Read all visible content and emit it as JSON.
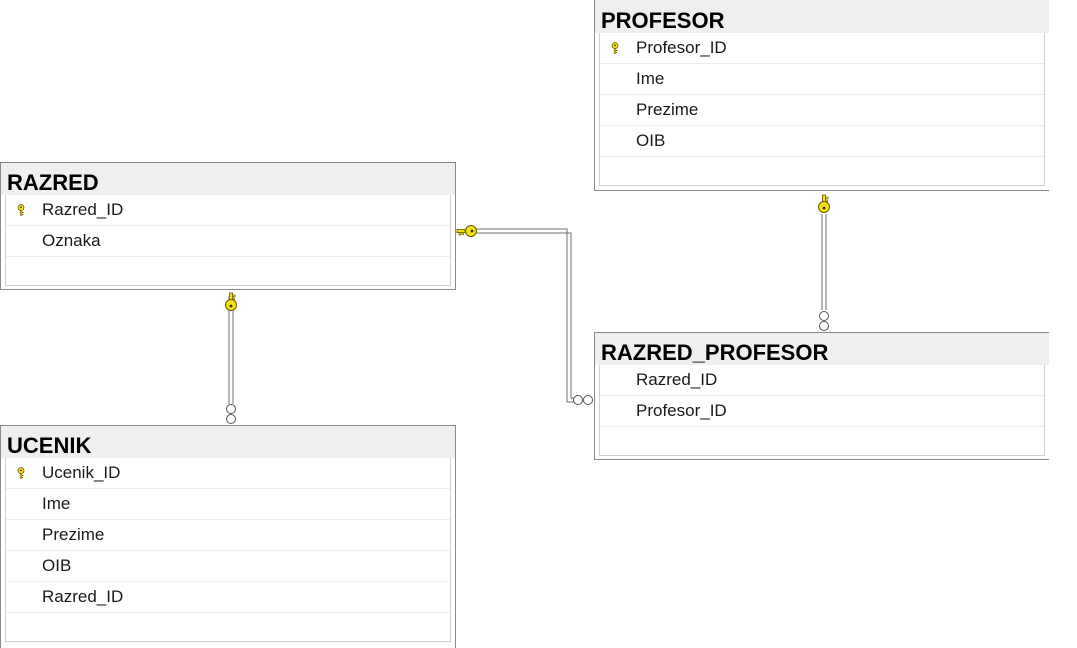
{
  "tables": {
    "razred": {
      "title": "RAZRED",
      "columns": [
        {
          "name": "Razred_ID",
          "pk": true
        },
        {
          "name": "Oznaka",
          "pk": false
        }
      ]
    },
    "ucenik": {
      "title": "UCENIK",
      "columns": [
        {
          "name": "Ucenik_ID",
          "pk": true
        },
        {
          "name": "Ime",
          "pk": false
        },
        {
          "name": "Prezime",
          "pk": false
        },
        {
          "name": "OIB",
          "pk": false
        },
        {
          "name": "Razred_ID",
          "pk": false
        }
      ]
    },
    "profesor": {
      "title": "PROFESOR",
      "columns": [
        {
          "name": "Profesor_ID",
          "pk": true
        },
        {
          "name": "Ime",
          "pk": false
        },
        {
          "name": "Prezime",
          "pk": false
        },
        {
          "name": "OIB",
          "pk": false
        }
      ]
    },
    "razred_profesor": {
      "title": "RAZRED_PROFESOR",
      "columns": [
        {
          "name": "Razred_ID",
          "pk": false
        },
        {
          "name": "Profesor_ID",
          "pk": false
        }
      ]
    }
  },
  "relationships": [
    {
      "from": "razred",
      "to": "ucenik",
      "from_end": "key",
      "to_end": "infinity"
    },
    {
      "from": "razred",
      "to": "razred_profesor",
      "from_end": "key",
      "to_end": "infinity"
    },
    {
      "from": "profesor",
      "to": "razred_profesor",
      "from_end": "key",
      "to_end": "infinity"
    }
  ],
  "colors": {
    "key_fill": "#f2e21a",
    "key_stroke": "#6b5a00",
    "title_bg": "#efefef",
    "border": "#8a8a8a"
  },
  "icons": {
    "primary_key": "key-icon",
    "relationship_one": "key-icon",
    "relationship_many": "infinity-icon"
  }
}
